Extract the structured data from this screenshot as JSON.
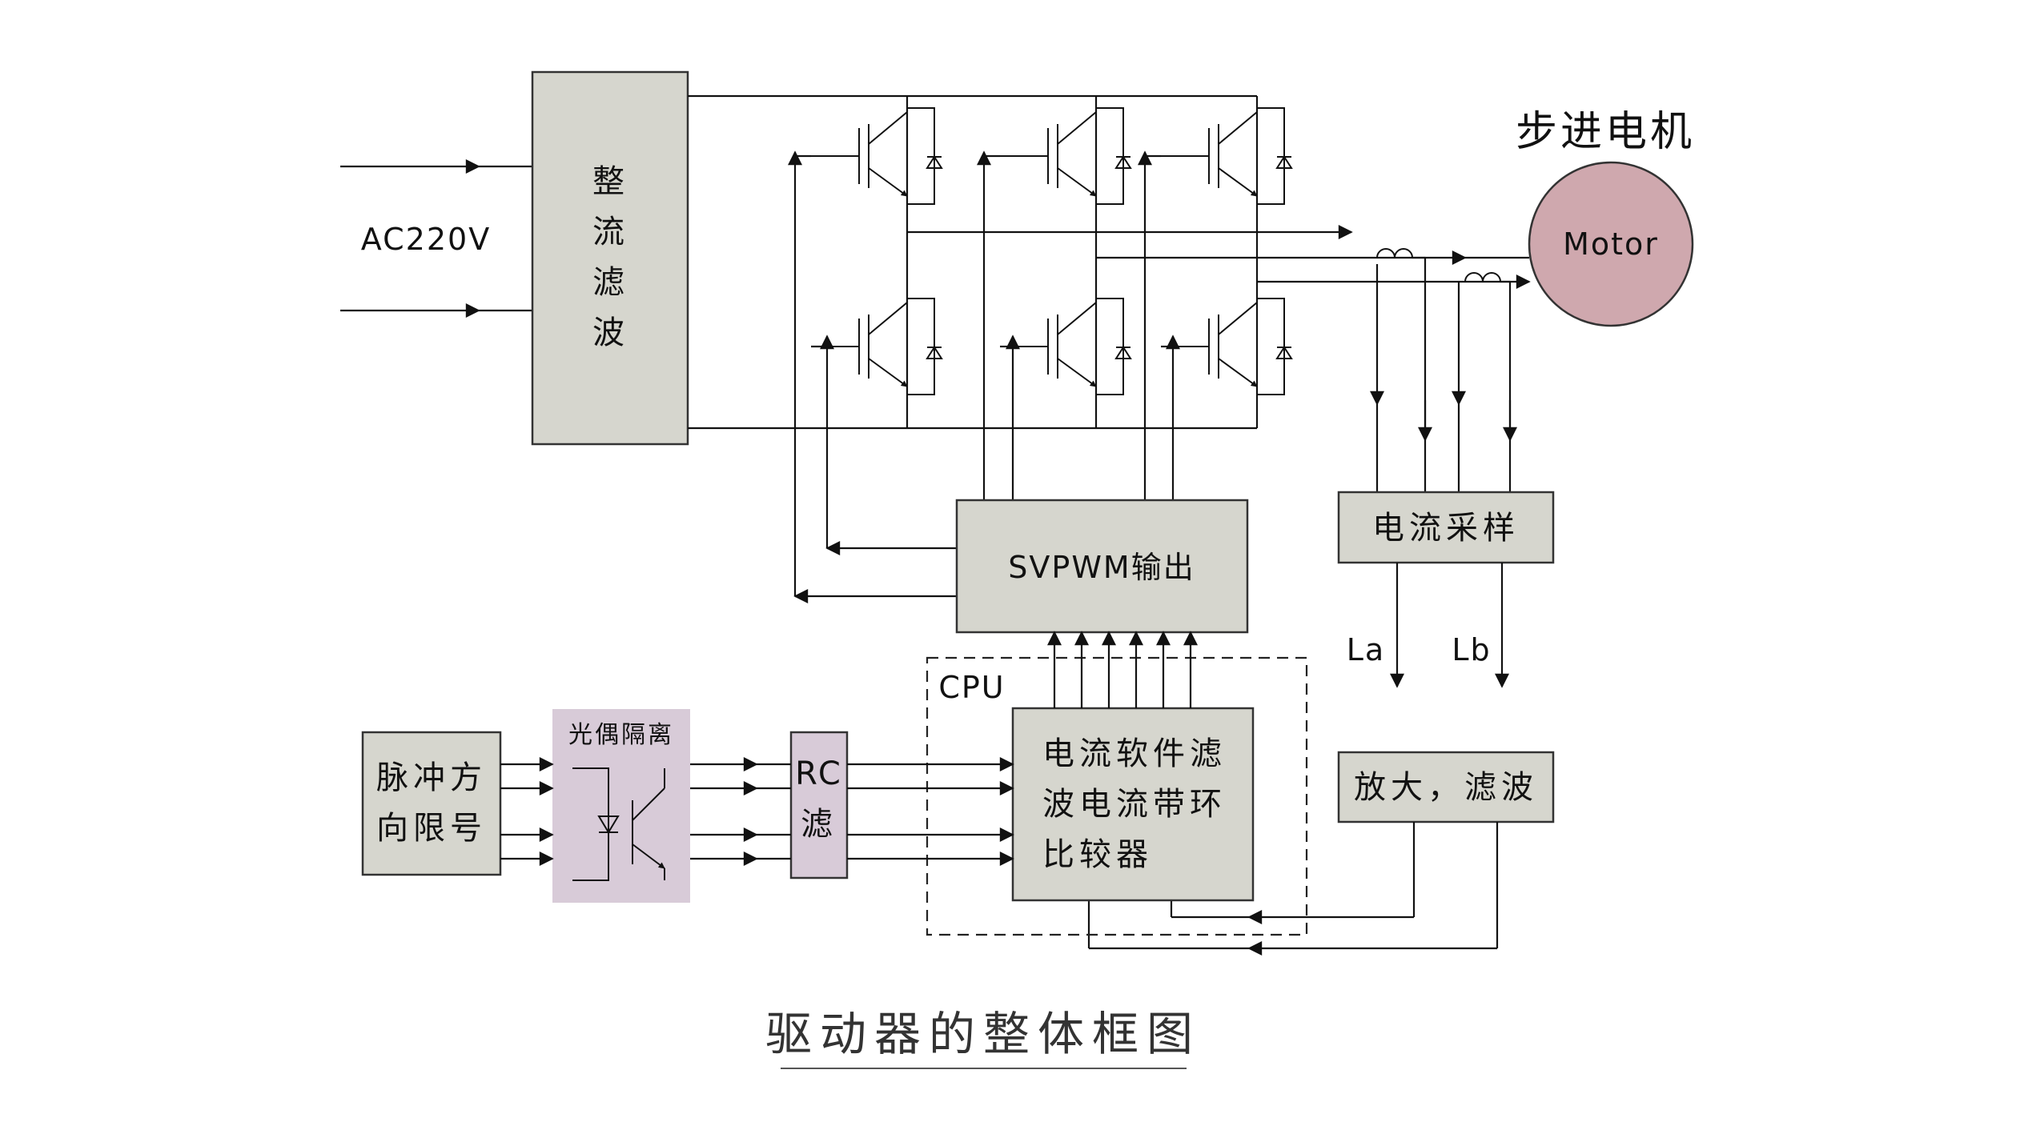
{
  "diagram": {
    "ac_input_label": "AC220V",
    "rectifier_label": [
      "整",
      "流",
      "滤",
      "波"
    ],
    "motor_title": "步进电机",
    "motor_label": "Motor",
    "svpwm_label": "SVPWM输出",
    "current_sampling_label": "电流采样",
    "la_label": "La",
    "lb_label": "Lb",
    "amp_filter_label": "放大，滤波",
    "cpu_label": "CPU",
    "cpu_block_lines": [
      "电流软件滤",
      "波电流带环",
      "比较器"
    ],
    "pulse_block_lines": [
      "脉冲方",
      "向限号"
    ],
    "optocoupler_label": "光偶隔离",
    "rc_filter_lines": [
      "RC",
      "滤"
    ],
    "caption": "驱动器的整体框图"
  },
  "colors": {
    "block_gray": "#d6d6ce",
    "optocoupler_pink": "#d8cbd8",
    "motor_fill": "#cfa8ae"
  }
}
